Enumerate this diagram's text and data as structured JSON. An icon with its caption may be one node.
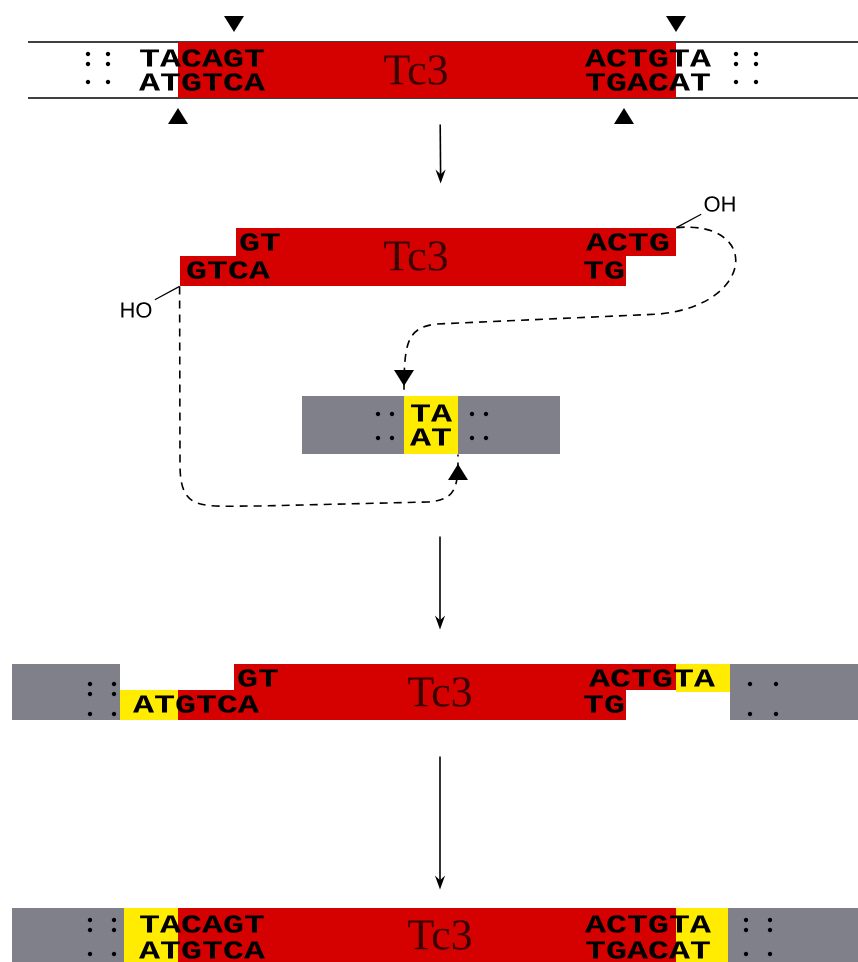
{
  "diagram": {
    "nodes": [
      {
        "text": [
          "Tc3"
        ]
      },
      {
        "text": [
          "Tc3"
        ]
      },
      {
        "text": [
          "TA",
          "AT"
        ]
      },
      {
        "text": [
          "Tc3"
        ]
      },
      {
        "text": [
          "Tc3"
        ]
      },
      {
        "text": [
          "OH"
        ]
      },
      {
        "text": [
          "HO"
        ]
      }
    ],
    "edges": [
      {
        "from": 0,
        "to": 1,
        "arrow": "to"
      },
      {
        "from": 1,
        "to": 2,
        "arrow": "to",
        "style": "dashed"
      },
      {
        "from": 1,
        "to": 2,
        "arrow": "to",
        "style": "dashed"
      },
      {
        "from": 2,
        "to": 3,
        "arrow": "to"
      },
      {
        "from": 3,
        "to": 4,
        "arrow": "to"
      },
      {
        "from": 5,
        "to": 1,
        "arrow": "none"
      },
      {
        "from": 6,
        "to": 1,
        "arrow": "none"
      }
    ],
    "labels": [
      "TACAGT",
      "ACTGTA",
      "ATGTCA",
      "TGACAT",
      "GT",
      "ACTG",
      "GTCA",
      "TG",
      "GT",
      "ACTGTA",
      "ATGTCA",
      "TG",
      "TACAGT",
      "ACTGTA",
      "ATGTCA",
      "TGACAT"
    ]
  }
}
